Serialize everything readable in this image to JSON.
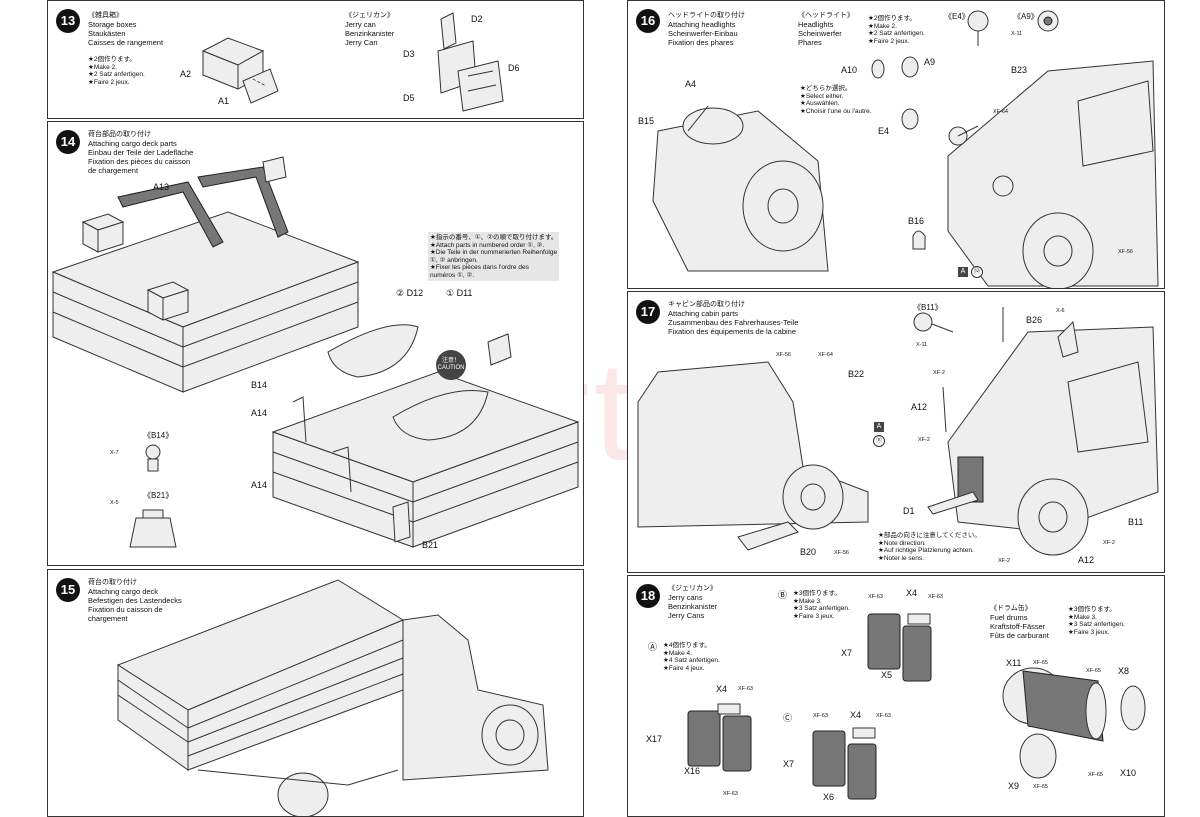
{
  "watermark": "modelart.kl.cz",
  "step13": {
    "number": "13",
    "title": [
      "《雑具箱》",
      "Storage boxes",
      "Staukästen",
      "Caisses de rangement"
    ],
    "make": [
      "★2個作ります。",
      "★Make 2.",
      "★2 Satz anfertigen.",
      "★Faire 2 jeux."
    ],
    "jerry_title": [
      "《ジェリカン》",
      "Jerry can",
      "Benzinkanister",
      "Jerry Can"
    ],
    "parts": [
      "A2",
      "A1",
      "D2",
      "D3",
      "D5",
      "D6"
    ]
  },
  "step14": {
    "number": "14",
    "title": [
      "荷台部品の取り付け",
      "Attaching cargo deck parts",
      "Einbau der Teile der Ladefläche",
      "Fixation des pièces du caisson",
      "de chargement"
    ],
    "caution_badge": "注意！ CAUTION",
    "caution": [
      "★指示の番号、①、②の順で取り付けます。",
      "★Attach parts in numbered order ①, ②.",
      "★Die Teile in der nummerierten Reihenfolge",
      "①, ② anbringen.",
      "★Fixer les pièces dans l'ordre des",
      "numéros ①, ②."
    ],
    "parts": [
      "A13",
      "② D12",
      "① D11",
      "B14",
      "A14",
      "A14",
      "B21"
    ],
    "detail_b14": "《B14》",
    "detail_b21": "《B21》",
    "paint": [
      "X-7",
      "X-5"
    ]
  },
  "step15": {
    "number": "15",
    "title": [
      "荷台の取り付け",
      "Attaching cargo deck",
      "Befestigen des Lastendecks",
      "Fixation du caisson de",
      "chargement"
    ]
  },
  "step16": {
    "number": "16",
    "title": [
      "ヘッドライトの取り付け",
      "Attaching headlights",
      "Scheinwerfer-Einbau",
      "Fixation des phares"
    ],
    "headlights_title": [
      "《ヘッドライト》",
      "Headlights",
      "Scheinwerfer",
      "Phares"
    ],
    "make": [
      "★2個作ります。",
      "★Make 2.",
      "★2 Satz anfertigen.",
      "★Faire 2 jeux."
    ],
    "select": [
      "★どちらか選択。",
      "★Select either.",
      "★Auswählen.",
      "★Choisir l'une ou l'autre."
    ],
    "e4": "《E4》",
    "a9": "《A9》",
    "parts": [
      "A4",
      "B15",
      "A10",
      "A9",
      "E4",
      "B23",
      "B16"
    ],
    "paint": [
      "X-11",
      "XF-64",
      "XF-56"
    ],
    "box_a": "A",
    "circ": "⑫"
  },
  "step17": {
    "number": "17",
    "title": [
      "キャビン部品の取り付け",
      "Attaching cabin parts",
      "Zusammenbau des Fahrerhauses-Teile",
      "Fixation des équipements de la cabine"
    ],
    "b11": "《B11》",
    "note": [
      "★部品の向きに注意してください。",
      "★Note direction.",
      "★Auf richtige Platzierung achten.",
      "★Noter le sens."
    ],
    "parts": [
      "B26",
      "B22",
      "A12",
      "D1",
      "B20",
      "B11",
      "A12"
    ],
    "paint": [
      "XF-56",
      "XF-64",
      "X-11",
      "X-6",
      "XF-2",
      "XF-2",
      "XF-56",
      "XF-2",
      "XF-2"
    ],
    "box_a": "A",
    "circ": "⑪"
  },
  "step18": {
    "number": "18",
    "title": [
      "《ジェリカン》",
      "Jerry cans",
      "Benzinkanister",
      "Jerry Cans"
    ],
    "a_note": [
      "★4個作ります。",
      "★Make 4.",
      "★4 Satz anfertigen.",
      "★Faire 4 jeux."
    ],
    "b_note": [
      "★3個作ります。",
      "★Make 3.",
      "★3 Satz anfertigen.",
      "★Faire 3 jeux."
    ],
    "drum_title": [
      "《ドラム缶》",
      "Fuel drums",
      "Kraftstoff-Fässer",
      "Fûts de carburant"
    ],
    "drum_note": [
      "★3個作ります。",
      "★Make 3.",
      "★3 Satz anfertigen.",
      "★Faire 3 jeux."
    ],
    "labels_a": [
      "Ⓐ",
      "X4",
      "X17",
      "X16"
    ],
    "labels_b": [
      "Ⓑ",
      "X4",
      "X7",
      "X5"
    ],
    "labels_c": [
      "Ⓒ",
      "X4",
      "X7",
      "X6"
    ],
    "drum_parts": [
      "X11",
      "X8",
      "X9",
      "X10"
    ],
    "paint": [
      "XF-63",
      "XF-65"
    ]
  }
}
